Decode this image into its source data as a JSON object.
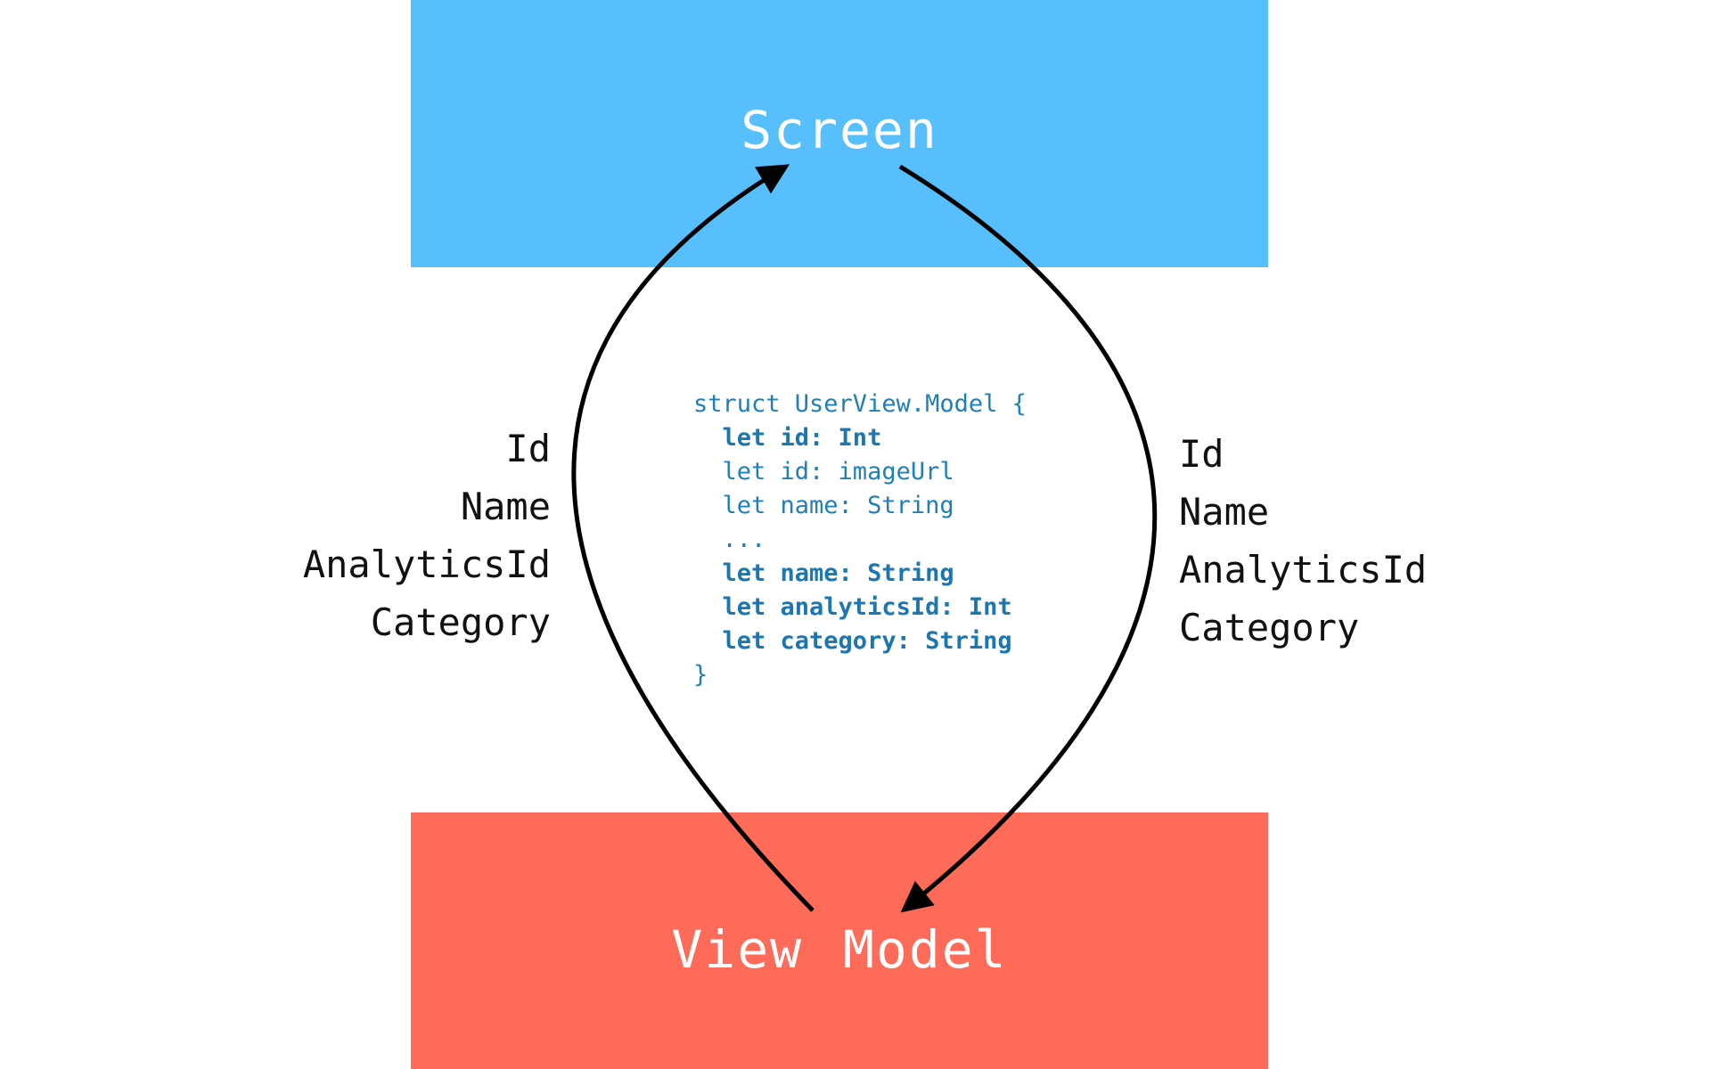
{
  "colors": {
    "screen_box": "#56bffc",
    "view_model_box": "#fe6b58",
    "arrow": "#000000",
    "code_text": "#1f7fb8",
    "field_text": "#111111",
    "box_text": "#ffffff"
  },
  "boxes": {
    "screen": "Screen",
    "view_model": "View Model"
  },
  "left_fields": [
    "Id",
    "Name",
    "AnalyticsId",
    "Category"
  ],
  "right_fields": [
    "Id",
    "Name",
    "AnalyticsId",
    "Category"
  ],
  "code": [
    {
      "text": "struct UserView.Model {",
      "bold": false
    },
    {
      "text": "  let id: Int",
      "bold": true
    },
    {
      "text": "  let id: imageUrl",
      "bold": false
    },
    {
      "text": "  let name: String",
      "bold": false
    },
    {
      "text": "  ...",
      "bold": false
    },
    {
      "text": "  let name: String",
      "bold": true
    },
    {
      "text": "  let analyticsId: Int",
      "bold": true
    },
    {
      "text": "  let category: String",
      "bold": true
    },
    {
      "text": "}",
      "bold": false
    }
  ],
  "arrows": [
    {
      "from": "view_model",
      "to": "screen",
      "side": "left"
    },
    {
      "from": "screen",
      "to": "view_model",
      "side": "right"
    }
  ]
}
